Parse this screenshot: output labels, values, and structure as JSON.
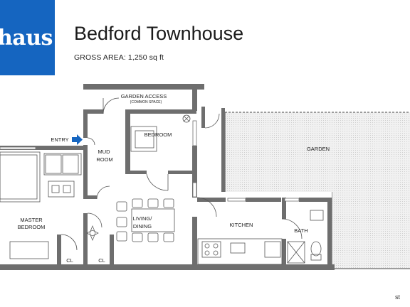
{
  "brand": {
    "logo_text": "haus",
    "logo_color": "#1565c0"
  },
  "header": {
    "title": "Bedford Townhouse",
    "gross_area": "GROSS AREA: 1,250 sq ft"
  },
  "rooms": {
    "garden_access": "GARDEN ACCESS",
    "common_space": "(COMMON SPACE)",
    "bedroom": "BEDROOM",
    "entry": "ENTRY",
    "mud": "MUD",
    "room": "ROOM",
    "garden": "GARDEN",
    "master": "MASTER",
    "master_bedroom": "BEDROOM",
    "living": "LIVING/",
    "dining": "DINING",
    "kitchen": "KITCHEN",
    "bath": "BATH",
    "closet_1": "CL",
    "closet_2": "CL"
  },
  "footer": {
    "corner_text": "st"
  },
  "colors": {
    "wall": "#6e6e6e",
    "entry_arrow": "#1565c0",
    "garden_fill": "#eeeeee"
  }
}
